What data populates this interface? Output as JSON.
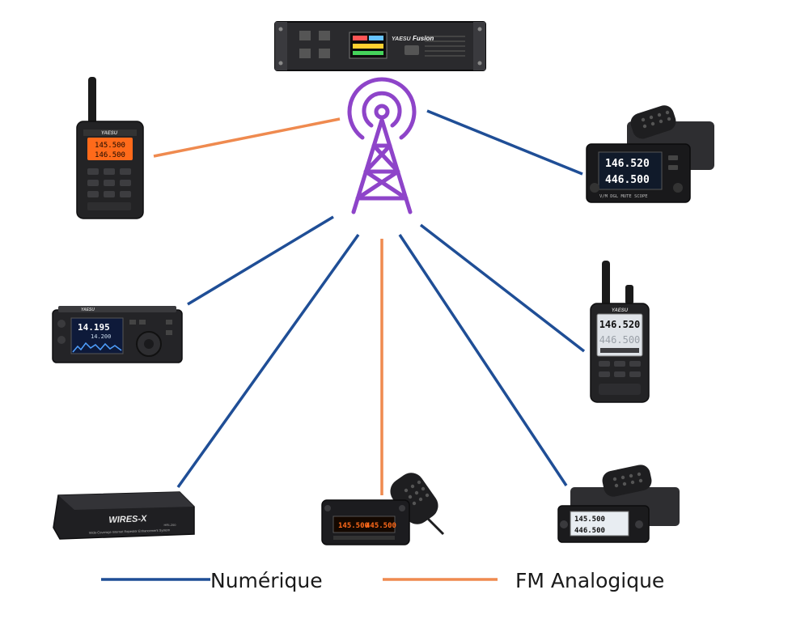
{
  "colors": {
    "digital": "#1f4e96",
    "analog": "#ef8a4f",
    "tower": "#8e44c9",
    "body": "#1d1d1f",
    "lcd_orange": "#ff6a1a",
    "lcd_blue": "#1b63d6"
  },
  "icons": [
    "repeater",
    "antenna-tower",
    "handheld-radio",
    "mobile-radio",
    "hf-transceiver",
    "wires-x-node"
  ],
  "legend": {
    "digital_label": "Numérique",
    "analog_label": "FM Analogique"
  },
  "devices": {
    "repeater": {
      "brand": "YAESU",
      "model": "Fusion"
    },
    "handheld_top_left": {
      "brand": "YAESU",
      "line1": "145.500",
      "line2": "146.500"
    },
    "mobile_top_right": {
      "line1": "146.520",
      "line2": "446.500",
      "menu": "V/M  DGL  MUTE  SCOPE"
    },
    "hf_left": {
      "brand": "YAESU",
      "freq": "14.195",
      "freq_sub": "14.200"
    },
    "handheld_right": {
      "brand": "YAESU",
      "line1": "146.520",
      "line2": "446.500"
    },
    "wires_node": {
      "brand": "WIRES-X",
      "model": "HRI-200",
      "caption": "Wide-Coverage Internet Repeater Enhancement System"
    },
    "mobile_bottom_center": {
      "line1": "145.500",
      "line2": "445.500"
    },
    "mobile_bottom_right": {
      "line1": "145.500",
      "line2": "446.500"
    }
  }
}
